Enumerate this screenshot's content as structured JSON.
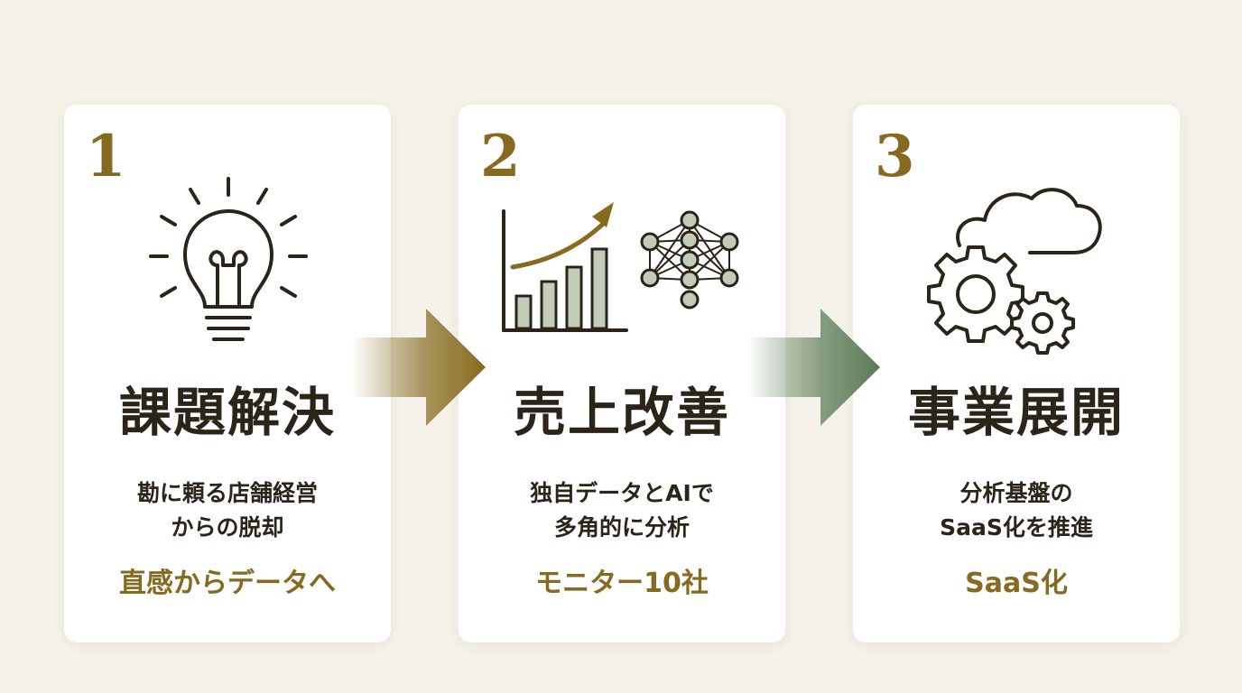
{
  "steps": [
    {
      "number": "1",
      "title": "課題解決",
      "desc_line1": "勘に頼る店舗経営",
      "desc_line2": "からの脱却",
      "tag": "直感からデータへ",
      "icon": "lightbulb-icon"
    },
    {
      "number": "2",
      "title": "売上改善",
      "desc_line1": "独自データとAIで",
      "desc_line2": "多角的に分析",
      "tag": "モニター10社",
      "icon": "growth-chart-neural-network-icon"
    },
    {
      "number": "3",
      "title": "事業展開",
      "desc_line1": "分析基盤の",
      "desc_line2": "SaaS化を推進",
      "tag": "SaaS化",
      "icon": "cloud-gears-icon"
    }
  ],
  "colors": {
    "background": "#f5f2ea",
    "accent_gold": "#866a1f",
    "accent_green": "#5a7a55",
    "text": "#2a2419",
    "bar_fill": "#c3cbb9"
  }
}
